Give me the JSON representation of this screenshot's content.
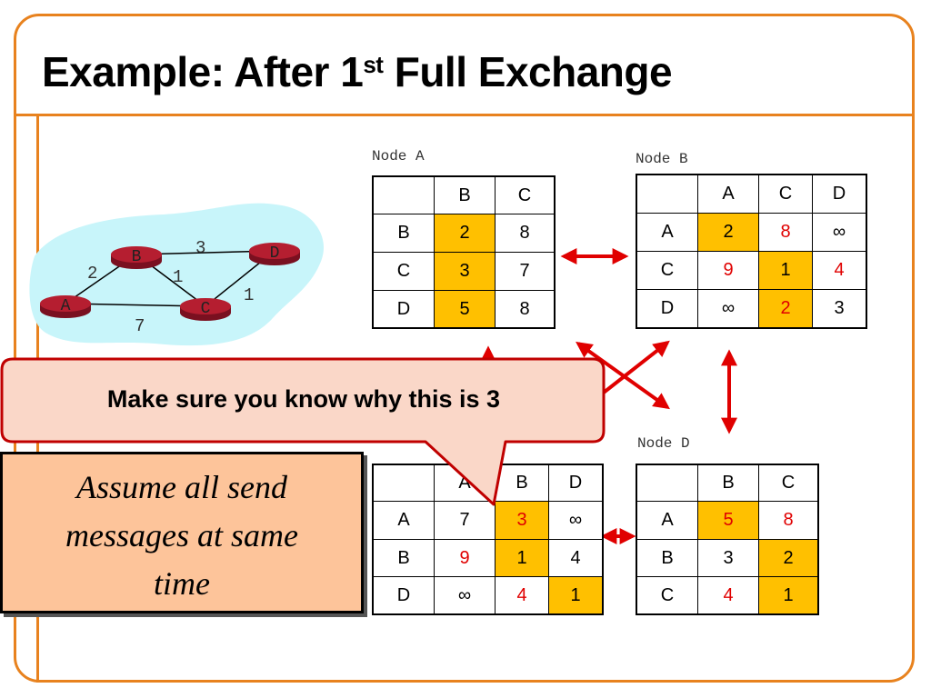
{
  "title": {
    "prefix": "Example: After 1",
    "sup": "st",
    "suffix": " Full Exchange"
  },
  "colors": {
    "accent": "#e8821e",
    "highlight": "#ffc000",
    "updated": "#e00000",
    "arrow": "#e00000",
    "callout": "#fad7c8",
    "note": "#fdc49a",
    "cloud": "#c8f5fa"
  },
  "graph": {
    "nodes": [
      "A",
      "B",
      "C",
      "D"
    ],
    "edges": [
      {
        "from": "A",
        "to": "B",
        "cost": "2"
      },
      {
        "from": "B",
        "to": "D",
        "cost": "3"
      },
      {
        "from": "B",
        "to": "C",
        "cost": "1"
      },
      {
        "from": "C",
        "to": "D",
        "cost": "1"
      },
      {
        "from": "A",
        "to": "C",
        "cost": "7"
      }
    ]
  },
  "tables": {
    "a": {
      "label": "Node A",
      "headers": [
        "",
        "B",
        "C"
      ],
      "rows": [
        {
          "cells": [
            {
              "text": "B"
            },
            {
              "text": "2",
              "hl": true
            },
            {
              "text": "8"
            }
          ]
        },
        {
          "cells": [
            {
              "text": "C"
            },
            {
              "text": "3",
              "hl": true
            },
            {
              "text": "7"
            }
          ]
        },
        {
          "cells": [
            {
              "text": "D"
            },
            {
              "text": "5",
              "hl": true
            },
            {
              "text": "8"
            }
          ]
        }
      ]
    },
    "b": {
      "label": "Node B",
      "headers": [
        "",
        "A",
        "C",
        "D"
      ],
      "rows": [
        {
          "cells": [
            {
              "text": "A"
            },
            {
              "text": "2",
              "hl": true
            },
            {
              "text": "8",
              "red": true
            },
            {
              "text": "∞"
            }
          ]
        },
        {
          "cells": [
            {
              "text": "C"
            },
            {
              "text": "9",
              "red": true
            },
            {
              "text": "1",
              "hl": true
            },
            {
              "text": "4",
              "red": true
            }
          ]
        },
        {
          "cells": [
            {
              "text": "D"
            },
            {
              "text": "∞"
            },
            {
              "text": "2",
              "hl": true,
              "red": true
            },
            {
              "text": "3"
            }
          ]
        }
      ]
    },
    "c": {
      "headers": [
        "",
        "A",
        "B",
        "D"
      ],
      "rows": [
        {
          "cells": [
            {
              "text": "A"
            },
            {
              "text": "7"
            },
            {
              "text": "3",
              "hl": true,
              "red": true
            },
            {
              "text": "∞"
            }
          ]
        },
        {
          "cells": [
            {
              "text": "B"
            },
            {
              "text": "9",
              "red": true
            },
            {
              "text": "1",
              "hl": true
            },
            {
              "text": "4"
            }
          ]
        },
        {
          "cells": [
            {
              "text": "D"
            },
            {
              "text": "∞"
            },
            {
              "text": "4",
              "red": true
            },
            {
              "text": "1",
              "hl": true
            }
          ]
        }
      ]
    },
    "d": {
      "label": "Node D",
      "headers": [
        "",
        "B",
        "C"
      ],
      "rows": [
        {
          "cells": [
            {
              "text": "A"
            },
            {
              "text": "5",
              "hl": true,
              "red": true
            },
            {
              "text": "8",
              "red": true
            }
          ]
        },
        {
          "cells": [
            {
              "text": "B"
            },
            {
              "text": "3"
            },
            {
              "text": "2",
              "hl": true
            }
          ]
        },
        {
          "cells": [
            {
              "text": "C"
            },
            {
              "text": "4",
              "red": true
            },
            {
              "text": "1",
              "hl": true
            }
          ]
        }
      ]
    }
  },
  "callout": {
    "text": "Make sure you know why this is 3"
  },
  "note": {
    "line1": "Assume all send",
    "line2": "messages at same",
    "line3": "time"
  }
}
